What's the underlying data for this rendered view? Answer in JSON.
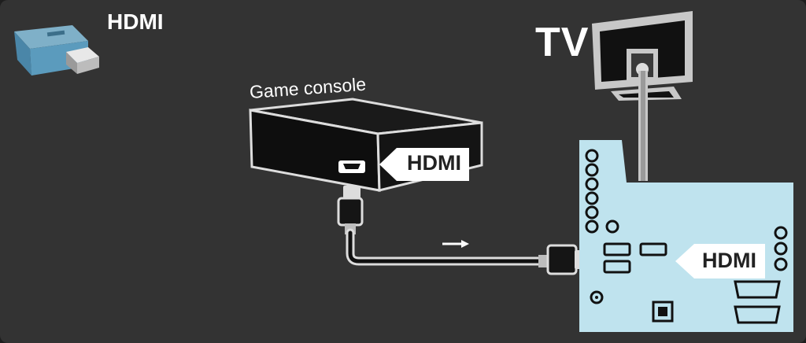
{
  "header": {
    "icon_label": "HDMI"
  },
  "tv": {
    "label": "TV"
  },
  "console": {
    "label": "Game console",
    "port_label": "HDMI"
  },
  "tv_panel": {
    "port_label": "HDMI"
  },
  "colors": {
    "background": "#333333",
    "panel": "#bfe3ee",
    "device": "#111111",
    "outline": "#dddddd",
    "tag": "#ffffff"
  }
}
